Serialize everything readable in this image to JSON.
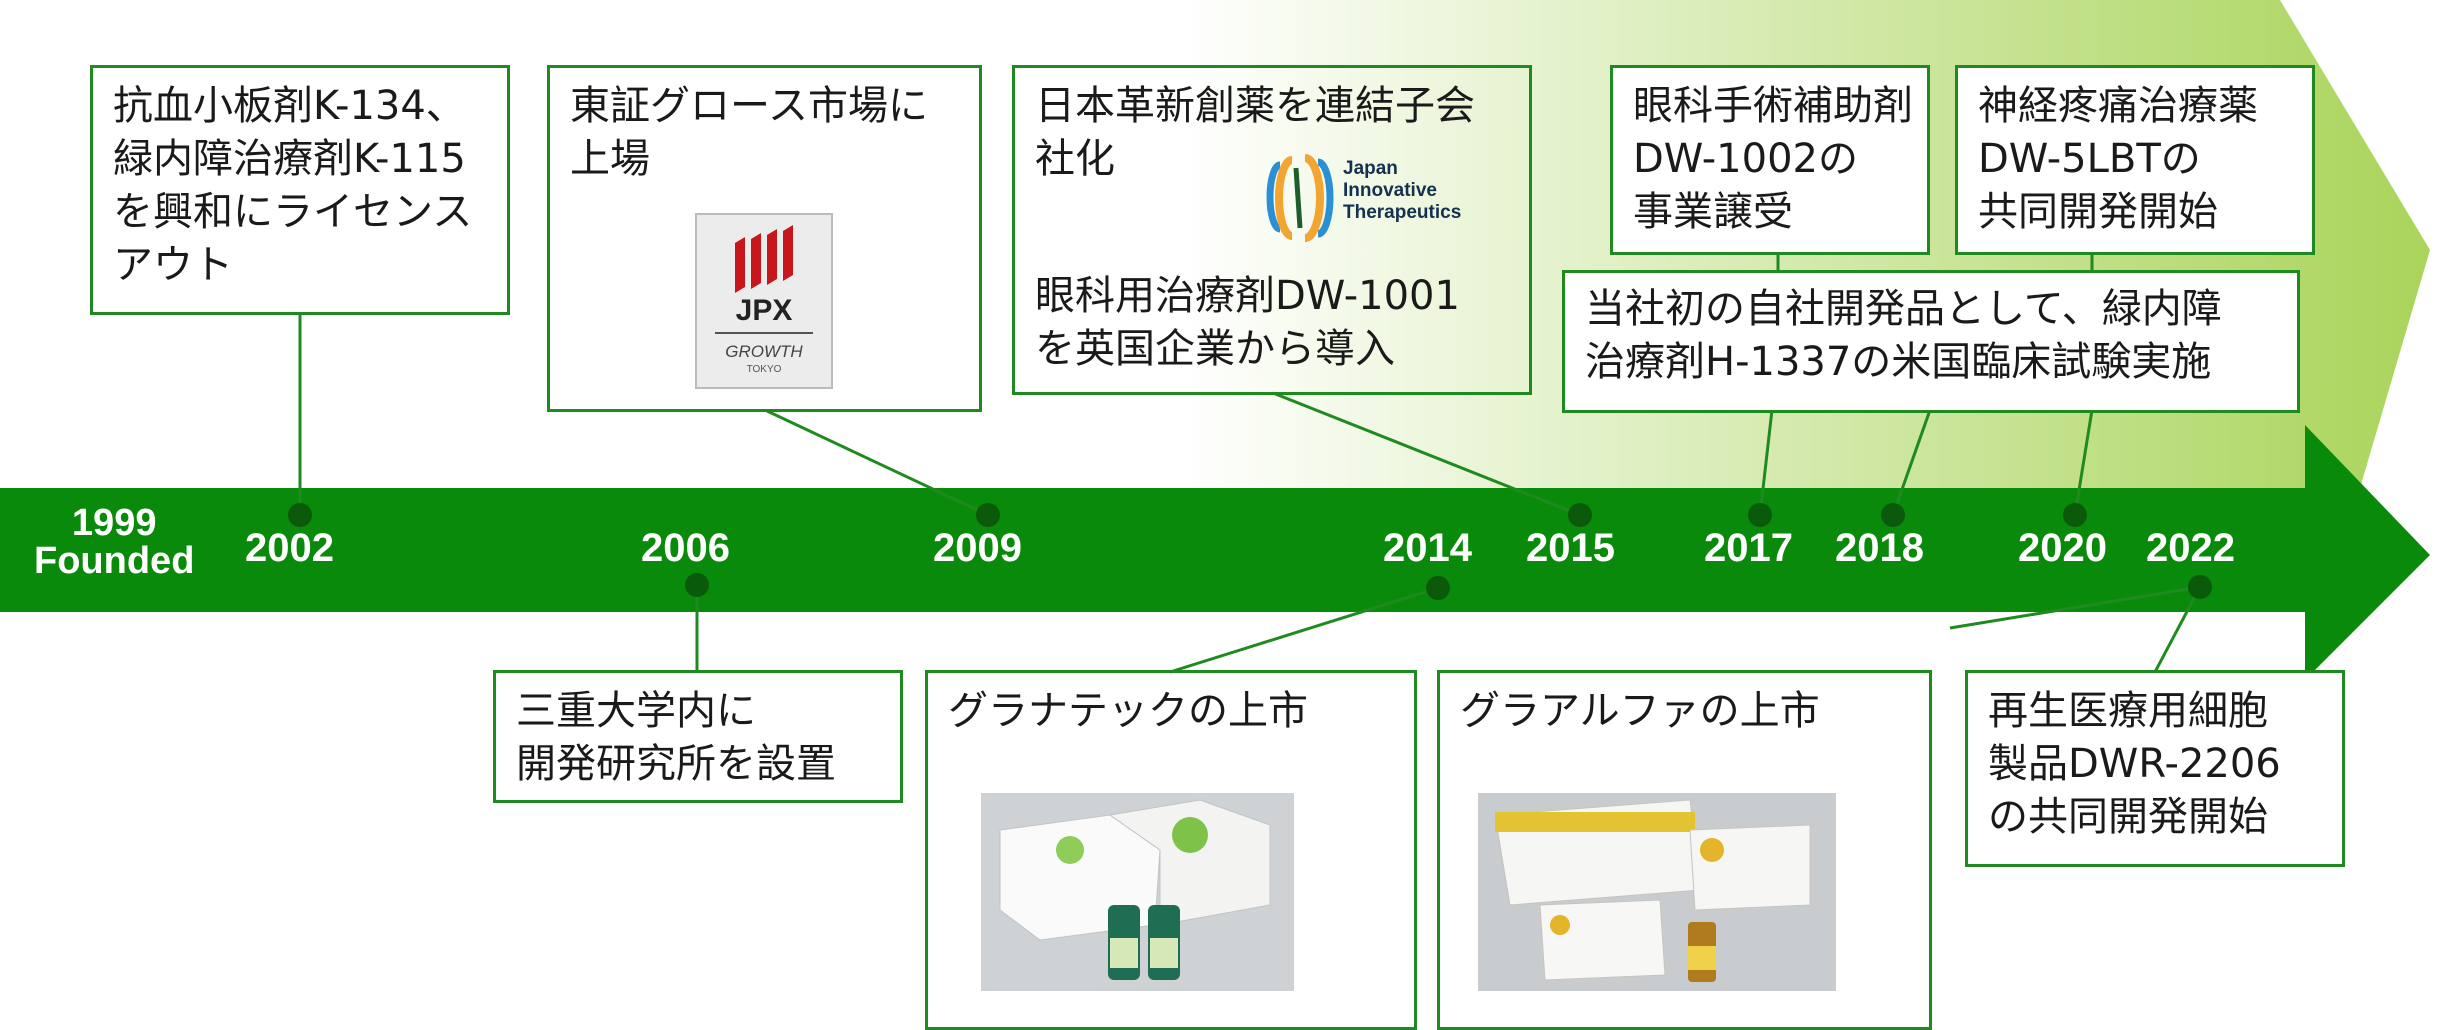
{
  "colors": {
    "arrow": "#0a8a0a",
    "accent": "#1f8a1f",
    "gradient_start": "#ffffff",
    "gradient_end": "#a9d45a",
    "dot": "#0b5a0b"
  },
  "founded": {
    "year": "1999",
    "label": "Founded"
  },
  "years": [
    "2002",
    "2006",
    "2009",
    "2014",
    "2015",
    "2017",
    "2018",
    "2020",
    "2022"
  ],
  "events": {
    "e2002": "抗血小板剤K-134、\n緑内障治療剤K-115\nを興和にライセンス\nアウト",
    "e2006": "三重大学内に\n開発研究所を設置",
    "e2009": "東証グロース市場に\n上場",
    "e2014": "グラナテックの上市",
    "e2015_a": "日本革新創薬を連結子会\n社化",
    "e2015_b": "眼科用治療剤DW-1001\nを英国企業から導入",
    "e2017": "眼科手術補助剤\nDW-1002の\n事業譲受",
    "e2018": "当社初の自社開発品として、緑内障\n治療剤H-1337の米国臨床試験実施",
    "e2020": "神経疼痛治療薬\nDW-5LBTの\n共同開発開始",
    "e2022_top": "グラアルファの上市",
    "e2022_bottom": "再生医療用細胞\n製品DWR-2206\nの共同開発開始"
  },
  "logos": {
    "jpx_mark": "JPX",
    "jpx_sub": "GROWTH",
    "jpx_city": "TOKYO",
    "jit_line1": "Japan",
    "jit_line2": "Innovative",
    "jit_line3": "Therapeutics"
  },
  "icons": {
    "jpx": "jpx-logo-icon",
    "jit": "jit-logo-icon"
  }
}
